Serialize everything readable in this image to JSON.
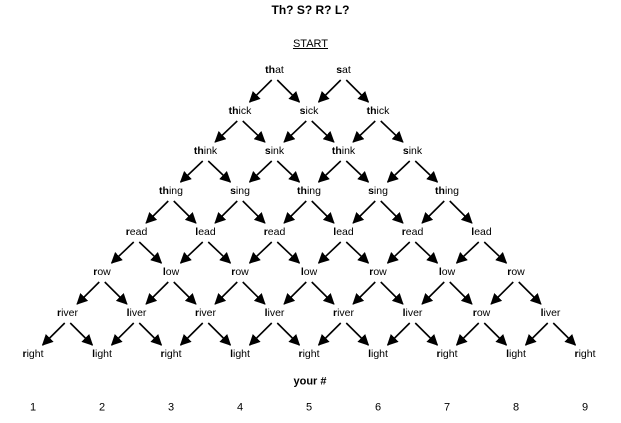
{
  "title": "Th? S? R? L?",
  "start_label": "START",
  "rows": [
    [
      {
        "prefix": "th",
        "rest": "at"
      },
      {
        "prefix": "s",
        "rest": "at"
      }
    ],
    [
      {
        "prefix": "th",
        "rest": "ick"
      },
      {
        "prefix": "s",
        "rest": "ick"
      },
      {
        "prefix": "th",
        "rest": "ick"
      }
    ],
    [
      {
        "prefix": "th",
        "rest": "ink"
      },
      {
        "prefix": "s",
        "rest": "ink"
      },
      {
        "prefix": "th",
        "rest": "ink"
      },
      {
        "prefix": "s",
        "rest": "ink"
      }
    ],
    [
      {
        "prefix": "th",
        "rest": "ing"
      },
      {
        "prefix": "s",
        "rest": "ing"
      },
      {
        "prefix": "th",
        "rest": "ing"
      },
      {
        "prefix": "s",
        "rest": "ing"
      },
      {
        "prefix": "th",
        "rest": "ing"
      }
    ],
    [
      {
        "prefix": "r",
        "rest": "ead"
      },
      {
        "prefix": "l",
        "rest": "ead"
      },
      {
        "prefix": "r",
        "rest": "ead"
      },
      {
        "prefix": "l",
        "rest": "ead"
      },
      {
        "prefix": "r",
        "rest": "ead"
      },
      {
        "prefix": "l",
        "rest": "ead"
      }
    ],
    [
      {
        "prefix": "r",
        "rest": "ow"
      },
      {
        "prefix": "l",
        "rest": "ow"
      },
      {
        "prefix": "r",
        "rest": "ow"
      },
      {
        "prefix": "l",
        "rest": "ow"
      },
      {
        "prefix": "r",
        "rest": "ow"
      },
      {
        "prefix": "l",
        "rest": "ow"
      },
      {
        "prefix": "r",
        "rest": "ow"
      }
    ],
    [
      {
        "prefix": "r",
        "rest": "iver"
      },
      {
        "prefix": "l",
        "rest": "iver"
      },
      {
        "prefix": "r",
        "rest": "iver"
      },
      {
        "prefix": "l",
        "rest": "iver"
      },
      {
        "prefix": "r",
        "rest": "iver"
      },
      {
        "prefix": "l",
        "rest": "iver"
      },
      {
        "prefix": "r",
        "rest": "ow"
      },
      {
        "prefix": "l",
        "rest": "iver"
      }
    ],
    [
      {
        "prefix": "r",
        "rest": "ight"
      },
      {
        "prefix": "l",
        "rest": "ight"
      },
      {
        "prefix": "r",
        "rest": "ight"
      },
      {
        "prefix": "l",
        "rest": "ight"
      },
      {
        "prefix": "r",
        "rest": "ight"
      },
      {
        "prefix": "l",
        "rest": "ight"
      },
      {
        "prefix": "r",
        "rest": "ight"
      },
      {
        "prefix": "l",
        "rest": "ight"
      },
      {
        "prefix": "r",
        "rest": "ight"
      }
    ]
  ],
  "your_number_label": "your #",
  "numbers": [
    "1",
    "2",
    "3",
    "4",
    "5",
    "6",
    "7",
    "8",
    "9"
  ]
}
